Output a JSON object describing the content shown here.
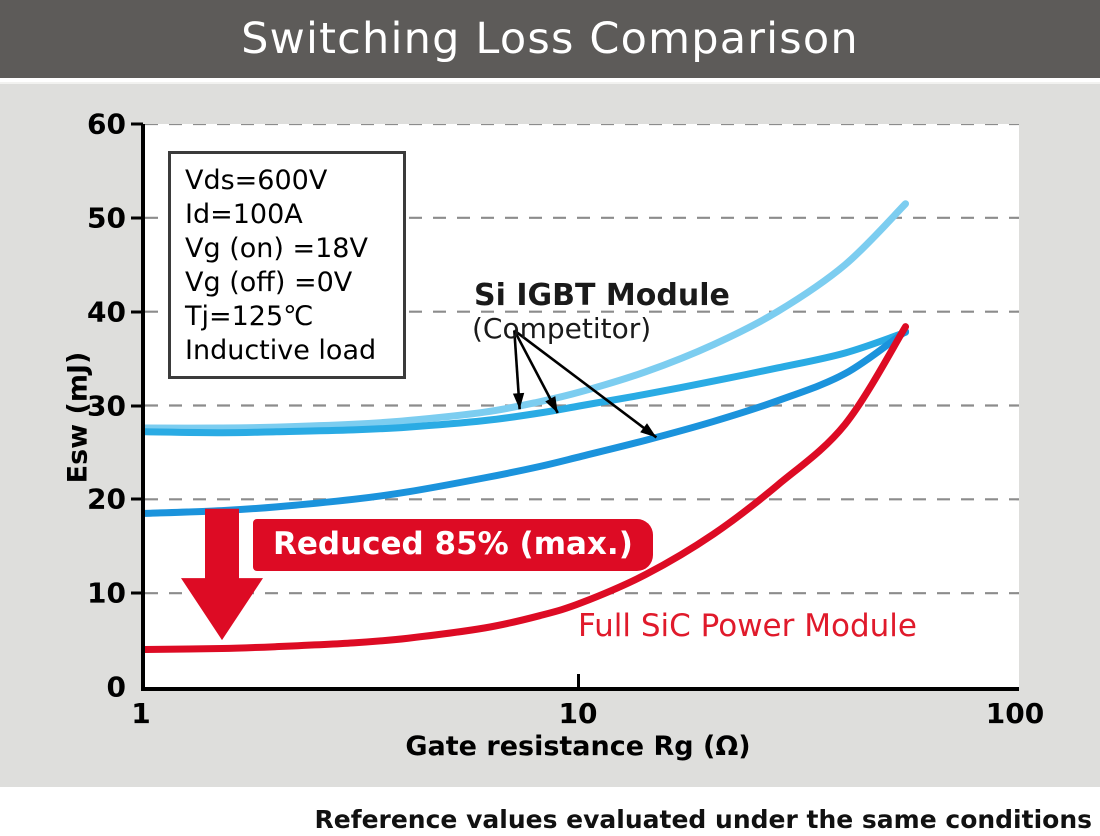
{
  "header": {
    "title": "Switching Loss Comparison",
    "bar_color": "#5d5b59"
  },
  "footer": {
    "note": "Reference values evaluated under the same conditions"
  },
  "conditions": {
    "lines": [
      "Vds=600V",
      "Id=100A",
      "Vg (on) =18V",
      "Vg (off) =0V",
      "Tj=125℃",
      "Inductive load"
    ]
  },
  "annotations": {
    "igbt_label": "Si IGBT Module",
    "igbt_sub": "(Competitor)",
    "sic_label": "Full SiC Power Module",
    "badge": "Reduced 85% (max.)",
    "badge_color": "#dd0b24",
    "sic_color": "#e01a2b"
  },
  "chart_data": {
    "type": "line",
    "title": "Switching Loss Comparison",
    "xlabel": "Gate resistance Rg (Ω)",
    "ylabel": "Esw (mJ)",
    "xscale": "log",
    "xlim": [
      1,
      100
    ],
    "ylim": [
      0,
      60
    ],
    "xticks": [
      1,
      10,
      100
    ],
    "xtick_labels": [
      "1",
      "10",
      "100"
    ],
    "yticks": [
      0,
      10,
      20,
      30,
      40,
      50,
      60
    ],
    "ytick_labels": [
      "0",
      "10",
      "20",
      "30",
      "40",
      "50",
      "60"
    ],
    "grid": "horizontal-dashed",
    "legend": "none",
    "x": [
      1,
      1.5,
      2,
      3,
      4,
      6,
      8,
      10,
      14,
      20,
      28,
      40,
      55
    ],
    "series": [
      {
        "name": "Si IGBT Module (Competitor) A",
        "color": "#7ccdf0",
        "values": [
          27.6,
          27.6,
          27.7,
          28.0,
          28.4,
          29.3,
          30.4,
          31.5,
          33.6,
          36.5,
          40.0,
          45.0,
          51.5
        ]
      },
      {
        "name": "Si IGBT Module (Competitor) B",
        "color": "#2aabe4",
        "values": [
          27.2,
          27.1,
          27.2,
          27.4,
          27.7,
          28.4,
          29.2,
          30.0,
          31.2,
          32.6,
          34.0,
          35.6,
          37.8
        ]
      },
      {
        "name": "Si IGBT Module (Competitor) C",
        "color": "#1b93dc",
        "values": [
          18.5,
          18.8,
          19.2,
          20.0,
          20.8,
          22.3,
          23.5,
          24.6,
          26.3,
          28.3,
          30.5,
          33.4,
          37.9
        ]
      },
      {
        "name": "Full SiC Power Module",
        "color": "#dd0b24",
        "values": [
          4.0,
          4.1,
          4.3,
          4.7,
          5.2,
          6.3,
          7.6,
          9.0,
          12.0,
          16.3,
          21.5,
          28.0,
          38.4
        ]
      }
    ],
    "arrow_origin": {
      "x": 7.0,
      "y": 38.0
    },
    "arrow_targets": [
      {
        "x": 7.2,
        "y": 29.6
      },
      {
        "x": 8.8,
        "y": 29.2
      },
      {
        "x": 14.8,
        "y": 26.6
      }
    ],
    "down_arrow": {
      "x": 1.5,
      "y_top": 19.0,
      "y_bottom": 5.0,
      "color": "#dd0b24"
    }
  }
}
